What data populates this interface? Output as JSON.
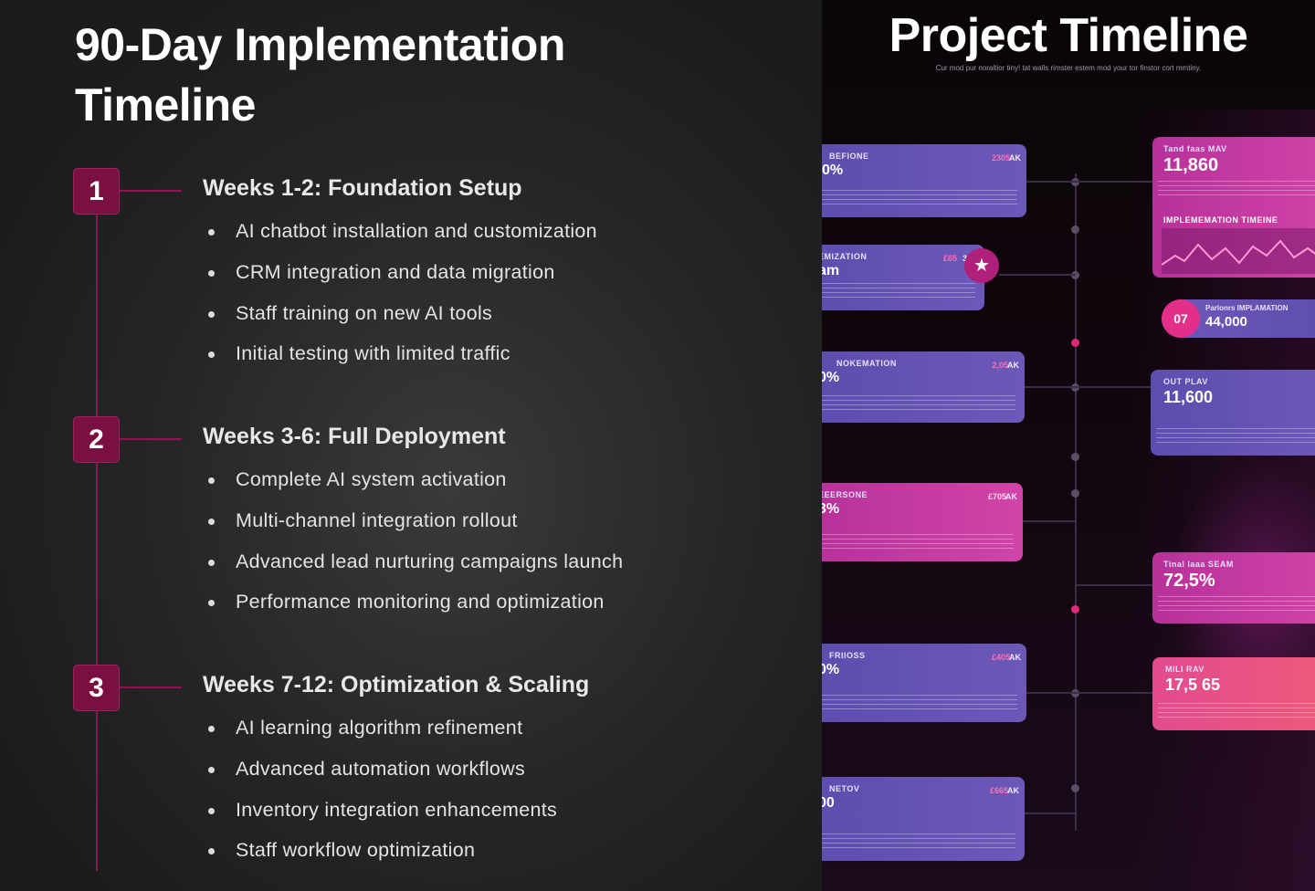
{
  "main": {
    "title": "90-Day Implementation Timeline",
    "phases": [
      {
        "number": "1",
        "title": "Weeks 1-2: Foundation Setup",
        "items": [
          "AI chatbot installation and customization",
          "CRM integration and data migration",
          "Staff training on new AI tools",
          "Initial testing with limited traffic"
        ]
      },
      {
        "number": "2",
        "title": "Weeks 3-6: Full Deployment",
        "items": [
          "Complete AI system activation",
          "Multi-channel integration rollout",
          "Advanced lead nurturing campaigns launch",
          "Performance monitoring and optimization"
        ]
      },
      {
        "number": "3",
        "title": "Weeks 7-12: Optimization & Scaling",
        "items": [
          "AI learning algorithm refinement",
          "Advanced automation workflows",
          "Inventory integration enhancements",
          "Staff workflow optimization"
        ]
      }
    ]
  },
  "image_panel": {
    "title": "Project Timeline",
    "subtitle": "Cur mod pur noraltior tiny! tat walls rimster estem mod your tor finstor cort mmtiny.",
    "left_cards": [
      {
        "header": "BEFIONE",
        "value": "0% ",
        "tag": "2305",
        "tag2": "AK"
      },
      {
        "header": "EMIZATION",
        "value": "am",
        "tag": "£65",
        "tag2": "36"
      },
      {
        "header": "NOKEMATION",
        "value": "0% ",
        "tag": "2,05",
        "tag2": "AK"
      },
      {
        "header": "EEERSONE",
        "value": "3% ",
        "tag": "£705",
        "tag2": "AK"
      },
      {
        "header": "FRIIOSS",
        "value": "0% ",
        "tag": "£405",
        "tag2": "AK"
      },
      {
        "header": "NETOV",
        "value": "00 ",
        "tag": "£665",
        "tag2": "AK"
      }
    ],
    "right_cards": [
      {
        "header": "Tand faas  MAV",
        "value": "11,860",
        "tag": "£££",
        "chart_label": "IMPLEMEMATION TIMEINE"
      },
      {
        "header": "OUT   PLAV",
        "value": "11,600",
        "tag": ""
      },
      {
        "header": "Tinal laaa  SEAM",
        "value": "72,5%",
        "tag": "£&&"
      },
      {
        "header": "MILI   RAV",
        "value": "17,5 65",
        "tag": ""
      }
    ],
    "pill": {
      "number": "07",
      "label": "Parlonrs  IMPLAMATION",
      "value": "44,000"
    },
    "star_icon": "star-icon"
  }
}
